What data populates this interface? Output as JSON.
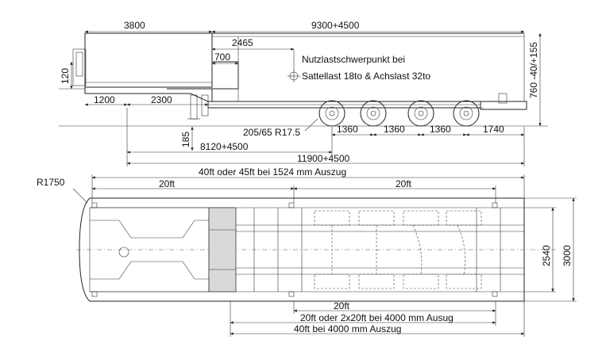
{
  "side_view": {
    "dims": {
      "gooseneck_length": "3800",
      "deck_length": "9300+4500",
      "dist_2465": "2465",
      "dist_700": "700",
      "dist_1200": "1200",
      "dist_2300": "2300",
      "height_120": "120",
      "height_185": "185",
      "deck_height": "760 -40/+155",
      "axle_1360_a": "1360",
      "axle_1360_b": "1360",
      "axle_1360_c": "1360",
      "rear_overhang": "1740",
      "dist_8120": "8120+4500",
      "dist_11900": "11900+4500"
    },
    "tyre": "205/65 R17.5",
    "payload_note_line1": "Nutzlastschwerpunkt bei",
    "payload_note_line2": "Sattellast 18to & Achslast 32to"
  },
  "top_view": {
    "dims": {
      "total_length": "40ft oder 45ft bei 1524 mm Auszug",
      "radius": "R1750",
      "front_20ft": "20ft",
      "rear_20ft": "20ft",
      "width_2540": "2540",
      "width_3000": "3000",
      "bottom_20ft": "20ft",
      "bottom_2x20ft": "20ft oder 2x20ft bei 4000 mm Ausug",
      "bottom_40ft": "40ft bei 4000 mm Auszug"
    }
  }
}
